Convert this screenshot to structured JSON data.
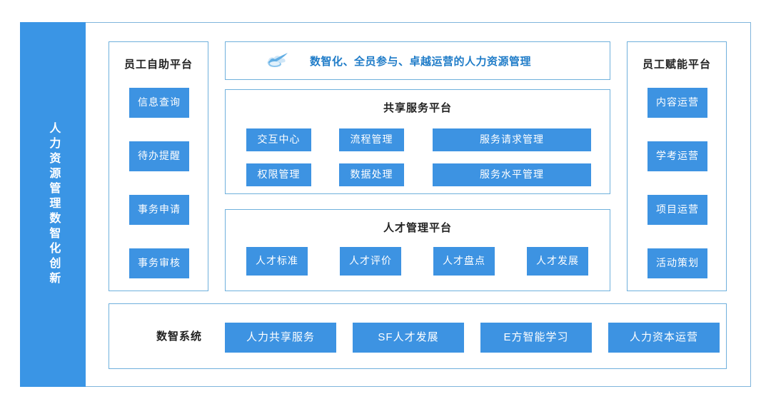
{
  "diagram": {
    "banner": {
      "text": "人力资源管理数智化创新",
      "color": "#3a95e5"
    },
    "header": {
      "icon": "cloud-swoosh-icon",
      "title": "数智化、全员参与、卓越运营的人力资源管理",
      "title_color": "#1f7cc8"
    },
    "self_service": {
      "title": "员工自助平台",
      "items": [
        {
          "label": "信息查询"
        },
        {
          "label": "待办提醒"
        },
        {
          "label": "事务申请"
        },
        {
          "label": "事务审核"
        }
      ]
    },
    "enablement": {
      "title": "员工赋能平台",
      "items": [
        {
          "label": "内容运营"
        },
        {
          "label": "学考运营"
        },
        {
          "label": "项目运营"
        },
        {
          "label": "活动策划"
        }
      ]
    },
    "shared_service": {
      "title": "共享服务平台",
      "row1": [
        {
          "label": "交互中心"
        },
        {
          "label": "流程管理"
        },
        {
          "label": "服务请求管理"
        }
      ],
      "row2": [
        {
          "label": "权限管理"
        },
        {
          "label": "数据处理"
        },
        {
          "label": "服务水平管理"
        }
      ]
    },
    "talent": {
      "title": "人才管理平台",
      "items": [
        {
          "label": "人才标准"
        },
        {
          "label": "人才评价"
        },
        {
          "label": "人才盘点"
        },
        {
          "label": "人才发展"
        }
      ]
    },
    "system": {
      "label": "数智系统",
      "items": [
        {
          "label": "人力共享服务"
        },
        {
          "label": "SF人才发展"
        },
        {
          "label": "E方智能学习"
        },
        {
          "label": "人力资本运营"
        }
      ]
    },
    "colors": {
      "chip_blue": "#3d93e2",
      "border_blue": "#6fb0dc",
      "banner_blue": "#3a95e5",
      "title_blue": "#1f7cc8"
    }
  }
}
